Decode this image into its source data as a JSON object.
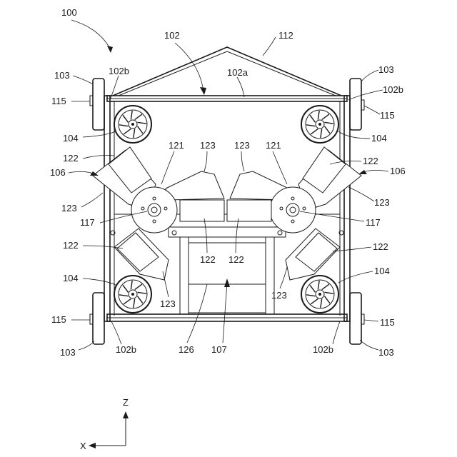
{
  "figure": {
    "labels": {
      "l100": "100",
      "l102": "102",
      "l112": "112",
      "l102a": "102a",
      "l103_tl": "103",
      "l103_tr": "103",
      "l103_bl": "103",
      "l103_br": "103",
      "l102b_tl": "102b",
      "l102b_tr": "102b",
      "l102b_bl": "102b",
      "l102b_br": "102b",
      "l115_tl": "115",
      "l115_tr": "115",
      "l115_bl": "115",
      "l115_br": "115",
      "l104_tl": "104",
      "l104_tr": "104",
      "l104_bl": "104",
      "l104_br": "104",
      "l106_l": "106",
      "l106_r": "106",
      "l122_a": "122",
      "l122_b": "122",
      "l122_c": "122",
      "l122_d": "122",
      "l122_e": "122",
      "l122_f": "122",
      "l123_a": "123",
      "l123_b": "123",
      "l123_c": "123",
      "l123_d": "123",
      "l123_e": "123",
      "l123_f": "123",
      "l121_l": "121",
      "l121_r": "121",
      "l117_l": "117",
      "l117_r": "117",
      "l126": "126",
      "l107": "107",
      "axis_z": "Z",
      "axis_x": "X"
    }
  }
}
